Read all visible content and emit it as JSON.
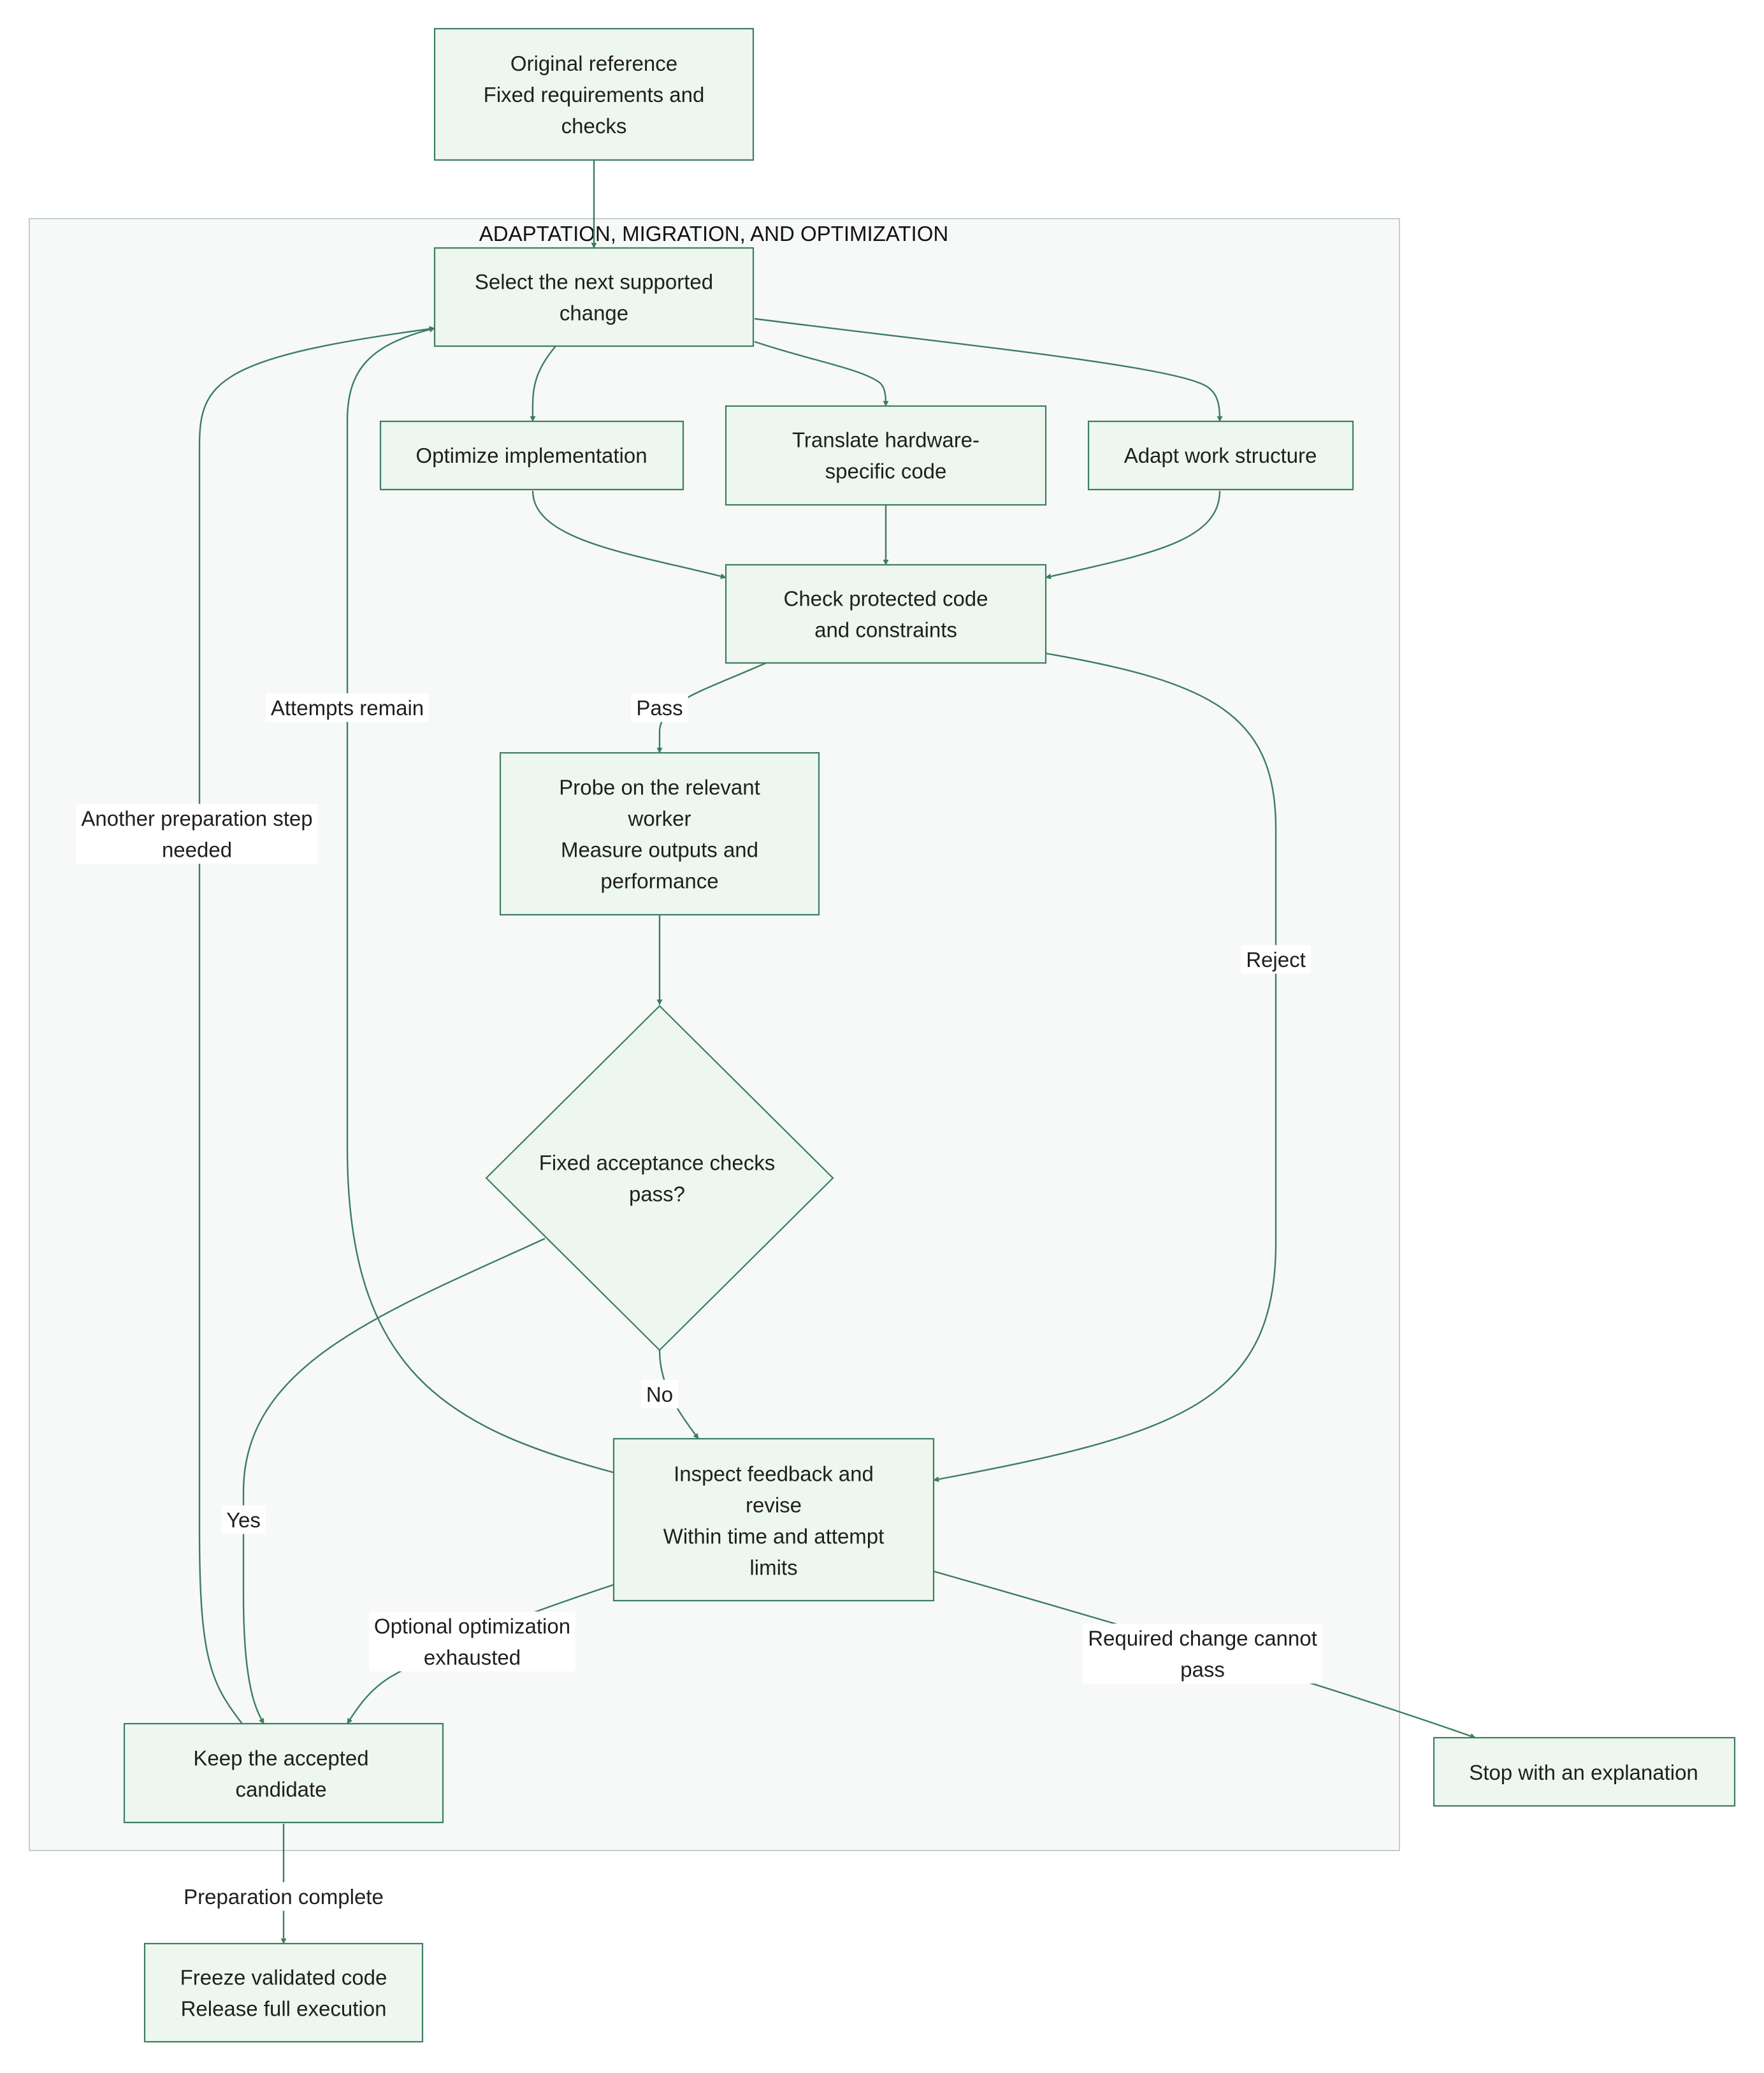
{
  "colors": {
    "node_fill": "#edf6ef",
    "node_stroke": "#3d7d62",
    "edge": "#3d7d62",
    "cluster_fill": "#f6f9f7",
    "cluster_stroke": "#c3cfc8"
  },
  "cluster": {
    "title": "ADAPTATION, MIGRATION, AND OPTIMIZATION"
  },
  "nodes": {
    "original_reference": {
      "lines": [
        "Original reference",
        "Fixed requirements and",
        "checks"
      ]
    },
    "select_next_change": {
      "lines": [
        "Select the next supported",
        "change"
      ]
    },
    "optimize_implementation": {
      "lines": [
        "Optimize implementation"
      ]
    },
    "translate_hardware_code": {
      "lines": [
        "Translate hardware-",
        "specific code"
      ]
    },
    "adapt_work_structure": {
      "lines": [
        "Adapt work structure"
      ]
    },
    "check_protected_code": {
      "lines": [
        "Check protected code",
        "and constraints"
      ]
    },
    "probe_worker": {
      "lines": [
        "Probe on the relevant",
        "worker",
        "Measure outputs and",
        "performance"
      ]
    },
    "acceptance_decision": {
      "lines": [
        "Fixed acceptance checks",
        "pass?"
      ]
    },
    "inspect_feedback": {
      "lines": [
        "Inspect feedback and",
        "revise",
        "Within time and attempt",
        "limits"
      ]
    },
    "keep_candidate": {
      "lines": [
        "Keep the accepted",
        "candidate"
      ]
    },
    "stop_explanation": {
      "lines": [
        "Stop with an explanation"
      ]
    },
    "freeze_release": {
      "lines": [
        "Freeze validated code",
        "Release full execution"
      ]
    }
  },
  "edge_labels": {
    "pass": [
      "Pass"
    ],
    "reject": [
      "Reject"
    ],
    "no": [
      "No"
    ],
    "yes": [
      "Yes"
    ],
    "attempts_remain": [
      "Attempts remain"
    ],
    "another_step": [
      "Another preparation step",
      "needed"
    ],
    "optional_exhausted": [
      "Optional optimization",
      "exhausted"
    ],
    "required_cannot_pass": [
      "Required change cannot",
      "pass"
    ],
    "preparation_complete": [
      "Preparation complete"
    ]
  }
}
